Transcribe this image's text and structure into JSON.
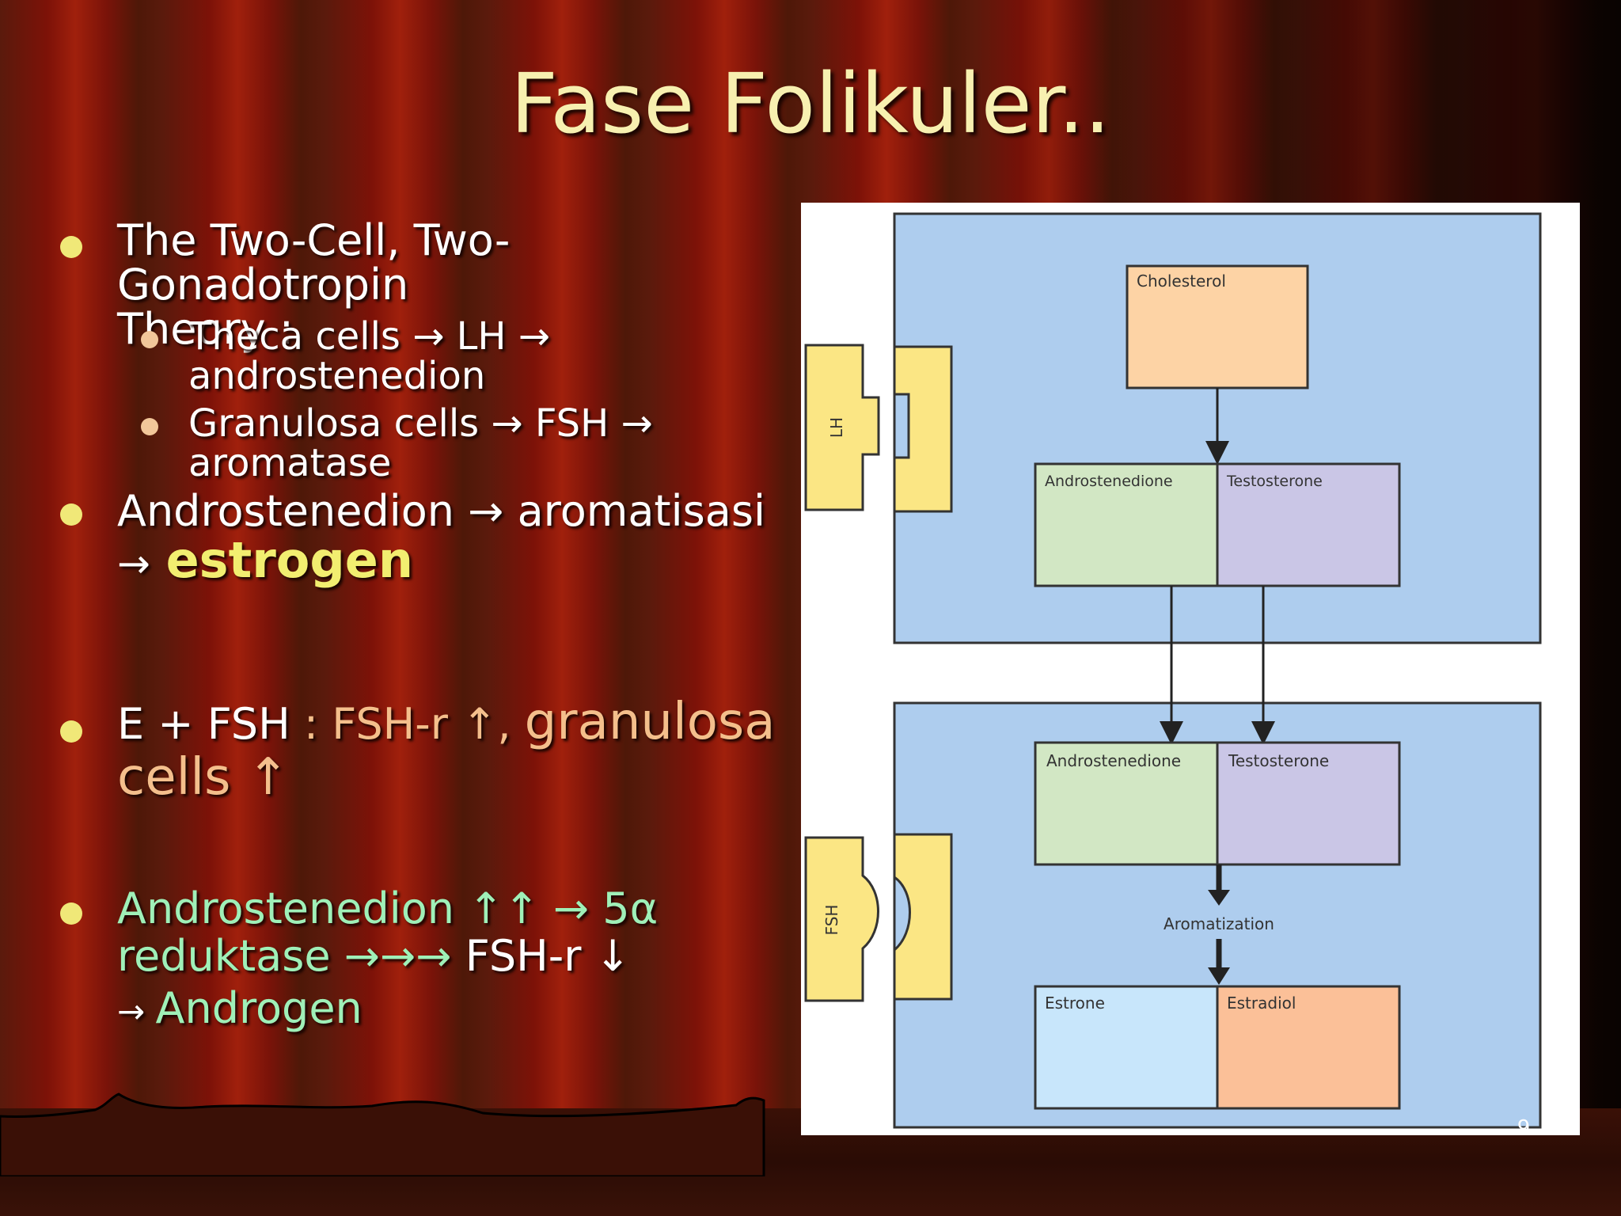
{
  "slide": {
    "title": "Fase Folikuler..",
    "page_number": "9"
  },
  "bullets": {
    "b1_line1": "The Two-Cell, Two-Gonadotropin",
    "b1_line2": "Theory :",
    "sub1_line1": "Theca cells → LH →",
    "sub1_line2": "androstenedion",
    "sub2_line1": "Granulosa cells → FSH →",
    "sub2_line2": "aromatase",
    "b2_line1": "Androstenedion → aromatisasi",
    "b2_arrow": "→",
    "b2_highlight": "estrogen",
    "b3_prefix": "E + FSH",
    "b3_orange": " : FSH-r ↑, ",
    "b3_large1": "granulosa",
    "b3_large2": "cells ↑",
    "b4_line1": "Androstenedion ↑↑ → 5α",
    "b4_line2_green": "reduktase →→→",
    "b4_line2_white": " FSH-r ↓",
    "b4_line3_arrow": "→ ",
    "b4_line3_green": "Androgen"
  },
  "diagram": {
    "lh_label": "LH",
    "fsh_label": "FSH",
    "cholesterol": "Cholesterol",
    "androstenedione_top": "Androstenedione",
    "testosterone_top": "Testosterone",
    "androstenedione_bottom": "Androstenedione",
    "testosterone_bottom": "Testosterone",
    "aromatization": "Aromatization",
    "estrone": "Estrone",
    "estradiol": "Estradiol"
  },
  "colors": {
    "title": "#f7f0b0",
    "highlight_yellow": "#f2ee70",
    "orange_text": "#f4bf8c",
    "green_text": "#9ff0b8",
    "cell_blue": "#aecdee",
    "receptor_yellow": "#fbe684",
    "cholesterol_box": "#fdd3a5",
    "androstenedione_box": "#d2e7c4",
    "testosterone_box": "#cac6e6",
    "estrone_box": "#c8e6fb",
    "estradiol_box": "#fbc098"
  }
}
